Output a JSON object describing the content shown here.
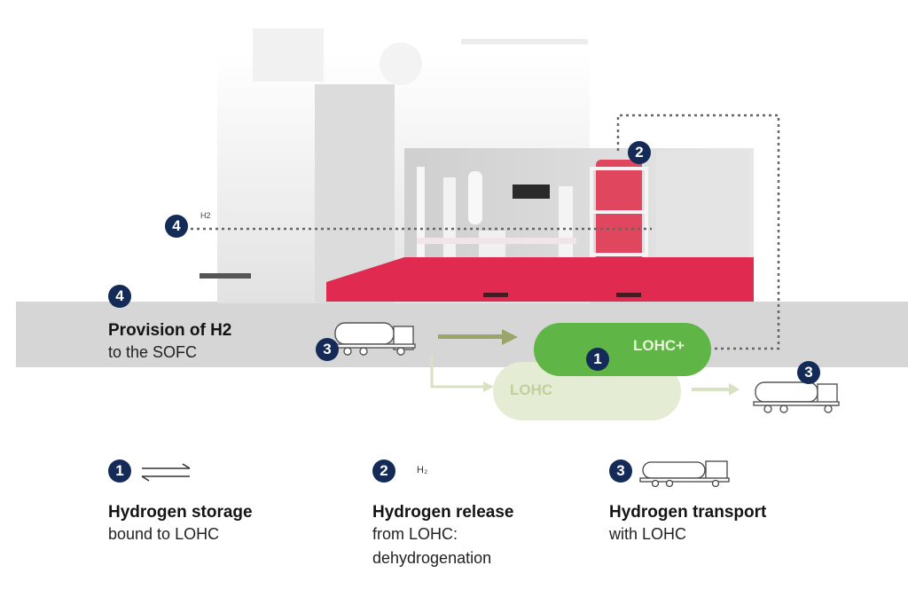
{
  "scene": {
    "markers": {
      "storage": "1",
      "release": "2",
      "transport": "3",
      "provision": "4"
    },
    "provision_title": "Provision of H2",
    "provision_sub": "to the SOFC",
    "tank_loaded": "LOHC+",
    "tank_unloaded": "LOHC",
    "h2_symbol": "H2"
  },
  "legend": [
    {
      "num": "1",
      "icon": "equilibrium-arrows-icon",
      "title": "Hydrogen storage",
      "lines": [
        "bound to LOHC"
      ]
    },
    {
      "num": "2",
      "icon": "h2-icon",
      "h2": "H₂",
      "title": "Hydrogen release",
      "lines": [
        "from LOHC:",
        "dehydrogenation"
      ]
    },
    {
      "num": "3",
      "icon": "tanker-truck-icon",
      "title": "Hydrogen transport",
      "lines": [
        "with LOHC"
      ]
    }
  ],
  "colors": {
    "navy": "#142a57",
    "red": "#e02a4f",
    "green": "#5fb546",
    "pale_green": "#e4ecd3",
    "olive": "#9aa56a",
    "gray": "#d6d6d6"
  }
}
